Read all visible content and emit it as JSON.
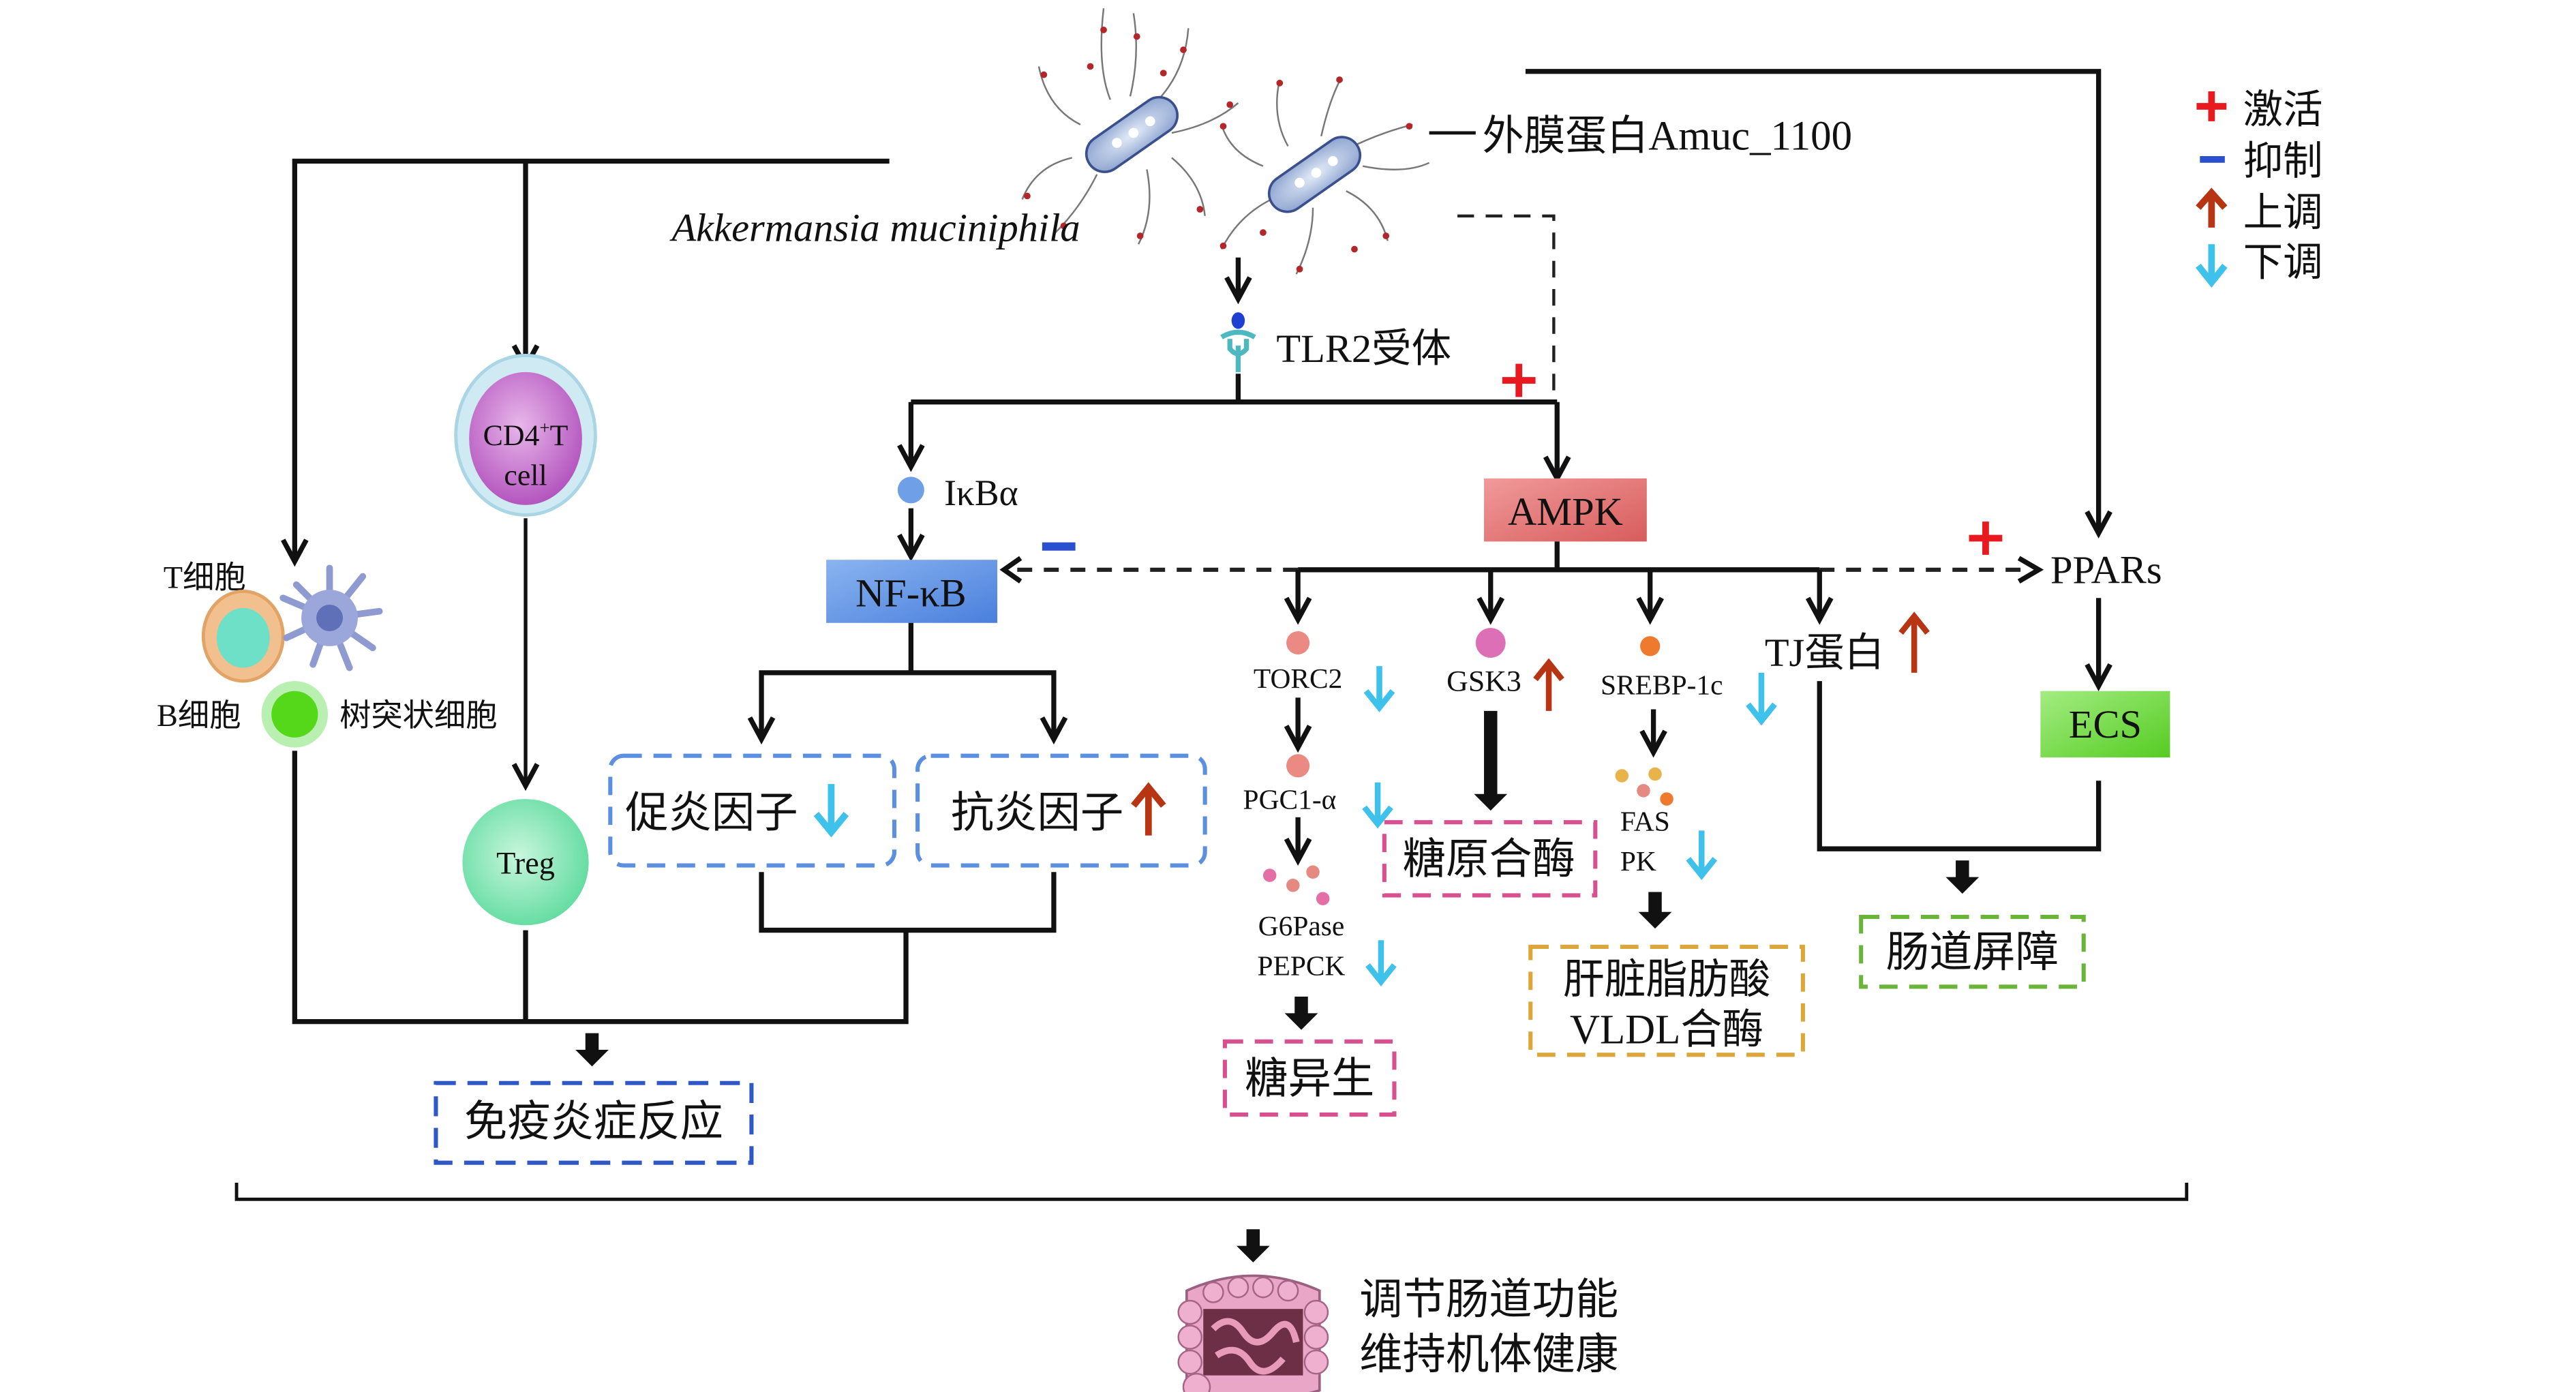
{
  "legend": {
    "items": [
      {
        "symbol": "plus",
        "label": "激活",
        "color": "#e8191f"
      },
      {
        "symbol": "minus",
        "label": "抑制",
        "color": "#2a4fcf"
      },
      {
        "symbol": "up-arrow",
        "label": "上调",
        "color": "#b83514"
      },
      {
        "symbol": "down-arrow",
        "label": "下调",
        "color": "#3ec1ea"
      }
    ]
  },
  "bacterium": {
    "name": "Akkermansia muciniphila",
    "protein_label": "外膜蛋白Amuc_1100"
  },
  "receptor": {
    "label": "TLR2受体"
  },
  "immune": {
    "cd4_line1": "CD4",
    "cd4_sup": "+",
    "cd4_line1b": "T",
    "cd4_line2": "cell",
    "t_cell": "T细胞",
    "b_cell": "B细胞",
    "dendritic_cell": "树突状细胞",
    "treg": "Treg",
    "outcome": "免疫炎症反应"
  },
  "inflammation": {
    "ikba": "IκBα",
    "nfkb": "NF-κB",
    "pro": "促炎因子",
    "anti": "抗炎因子"
  },
  "ampk": {
    "label": "AMPK",
    "torc2": "TORC2",
    "pgc1a": "PGC1-α",
    "g6pase": "G6Pase",
    "pepck": "PEPCK",
    "gluconeogenesis": "糖异生",
    "gsk3": "GSK3",
    "glycogen_synthase": "糖原合酶",
    "srebp": "SREBP-1c",
    "fas": "FAS",
    "pk": "PK",
    "liver_line1": "肝脏脂肪酸",
    "liver_line2": "VLDL合酶",
    "tj": "TJ蛋白"
  },
  "ppar": {
    "label": "PPARs",
    "ecs": "ECS",
    "barrier": "肠道屏障"
  },
  "final": {
    "line1": "调节肠道功能",
    "line2": "维持机体健康"
  },
  "colors": {
    "activate": "#e8191f",
    "inhibit": "#2a4fcf",
    "up": "#b83514",
    "down": "#3ec1ea",
    "ampk_box": "#e88585",
    "nfkb_box": "#6f9fe6",
    "ecs_box": "#7ddc4e",
    "box_blue": "#5b8fe0",
    "box_pink": "#d8508f",
    "box_gold": "#dca73a",
    "box_green": "#6ab43a",
    "box_navy": "#2f58c6"
  }
}
